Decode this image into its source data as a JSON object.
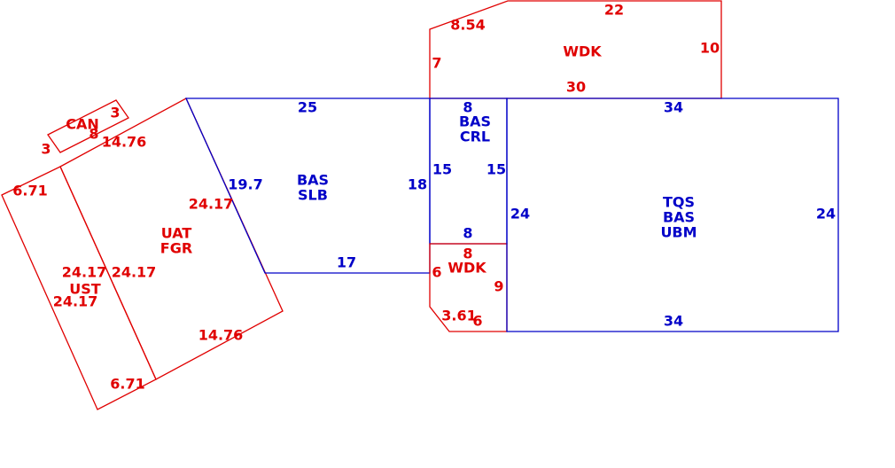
{
  "colors": {
    "red": "#e00000",
    "blue": "#0000c8"
  },
  "polygons": {
    "can": {
      "color": "red"
    },
    "ust": {
      "color": "red"
    },
    "uat_fgr": {
      "color": "red"
    },
    "bas_slb": {
      "color": "blue"
    },
    "wdk_top": {
      "color": "red"
    },
    "bas_crl": {
      "color": "blue"
    },
    "wdk_small": {
      "color": "red"
    },
    "tqs_bas_ubm": {
      "color": "blue"
    }
  },
  "labels": {
    "can_name": "CAN",
    "can_8": "8",
    "can_3_right": "3",
    "can_3_left": "3",
    "can_14_76": "14.76",
    "ust_6_71_top": "6.71",
    "ust_24_17_a": "24.17",
    "ust_name": "UST",
    "ust_24_17_b": "24.17",
    "ust_6_71_bottom": "6.71",
    "uat_name_1": "UAT",
    "uat_name_2": "FGR",
    "uat_24_17_right": "24.17",
    "uat_24_17_left": "24.17",
    "uat_14_76_bottom": "14.76",
    "slb_25": "25",
    "slb_19_7": "19.7",
    "slb_name_1": "BAS",
    "slb_name_2": "SLB",
    "slb_18": "18",
    "slb_17": "17",
    "wdk_top_22": "22",
    "wdk_top_8_54": "8.54",
    "wdk_top_name": "WDK",
    "wdk_top_10": "10",
    "wdk_top_7": "7",
    "wdk_top_30": "30",
    "crl_8_top": "8",
    "crl_name_1": "BAS",
    "crl_name_2": "CRL",
    "crl_15_left": "15",
    "crl_15_right": "15",
    "crl_8_bottom": "8",
    "wdk_small_8": "8",
    "wdk_small_name": "WDK",
    "wdk_small_6_left": "6",
    "wdk_small_9": "9",
    "wdk_small_3_61": "3.61",
    "wdk_small_6_bottom": "6",
    "ubm_34_top": "34",
    "ubm_24_left": "24",
    "ubm_name_1": "TQS",
    "ubm_name_2": "BAS",
    "ubm_name_3": "UBM",
    "ubm_24_right": "24",
    "ubm_34_bottom": "34"
  }
}
